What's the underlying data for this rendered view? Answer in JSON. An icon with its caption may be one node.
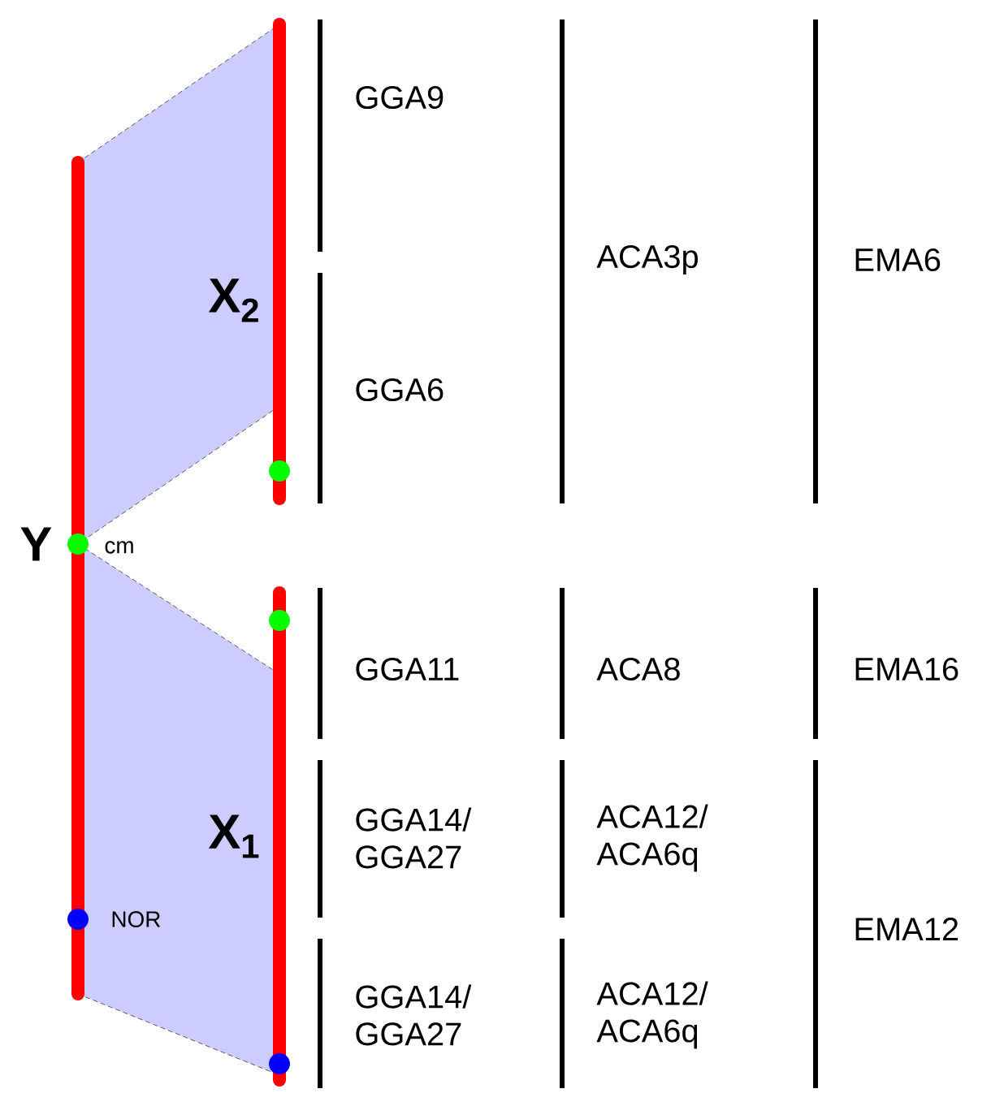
{
  "diagram": {
    "labels": [
      "GGA9",
      "X$_{2}$",
      "ACA3p",
      "EMA6",
      "GGA6",
      "Y",
      "cm",
      "GGA11",
      "ACA8",
      "EMA16",
      "X$_{1}$",
      "GGA14/ GGA27",
      "ACA12/ ACA6q",
      "EMA12",
      "NOR",
      "GGA14/ GGA27",
      "ACA12/ ACA6q"
    ]
  }
}
